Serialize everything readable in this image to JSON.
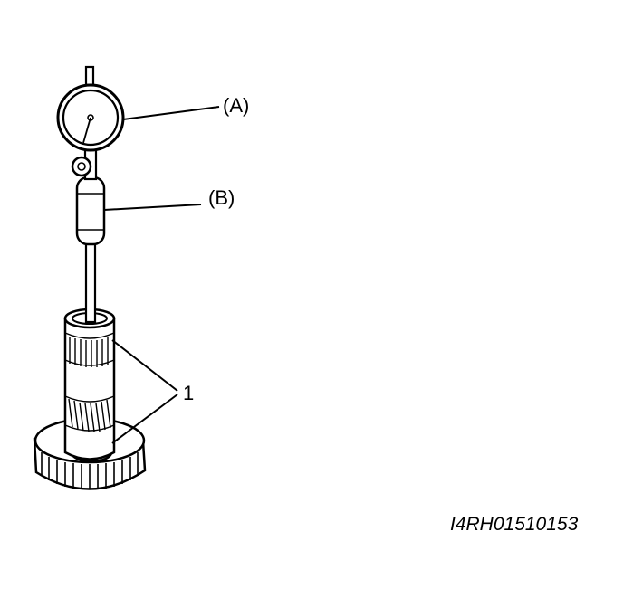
{
  "labels": {
    "gauge": "(A)",
    "extension": "(B)",
    "measure_points": "1"
  },
  "figure_code": "I4RH01510153",
  "colors": {
    "line": "#000000",
    "background": "#ffffff"
  }
}
